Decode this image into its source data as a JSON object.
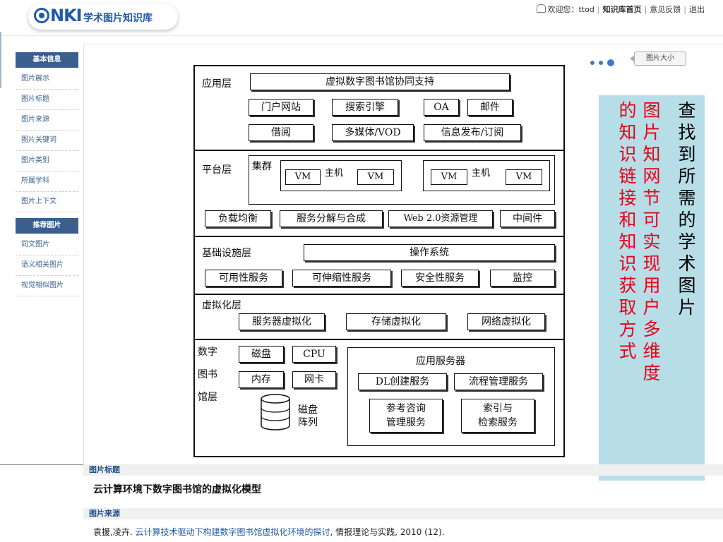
{
  "header": {
    "logo_mark": "NKI",
    "logo_text": "学术图片知识库",
    "welcome": "欢迎您：ttod",
    "home_link": "知识库首页",
    "feedback_link": "意见反馈",
    "logout_link": "退出"
  },
  "sidebar": {
    "section1_title": "基本信息",
    "section1_items": [
      "图片展示",
      "图片标题",
      "图片来源",
      "图片关键词",
      "图片类别",
      "所属学科",
      "图片上下文"
    ],
    "section2_title": "推荐图片",
    "section2_items": [
      "同文图片",
      "语义相关图片",
      "视觉相似图片"
    ]
  },
  "toolbar": {
    "size_button": "图片大小"
  },
  "diagram": {
    "app_layer": {
      "label": "应用层",
      "top_box": "虚拟数字图书馆协同支持",
      "row1": [
        "门户网站",
        "搜索引擎",
        "OA",
        "邮件"
      ],
      "row2": [
        "借阅",
        "多媒体/VOD",
        "信息发布/订阅"
      ]
    },
    "platform_layer": {
      "label": "平台层",
      "cluster_label": "集群",
      "vm": "VM",
      "host": "主机",
      "row": [
        "负载均衡",
        "服务分解与合成",
        "Web 2.0资源管理",
        "中间件"
      ]
    },
    "infra_layer": {
      "label": "基础设施层",
      "os": "操作系统",
      "row": [
        "可用性服务",
        "可伸缩性服务",
        "安全性服务",
        "监控"
      ]
    },
    "virt_layer": {
      "label": "虚拟化层",
      "row": [
        "服务器虚拟化",
        "存储虚拟化",
        "网络虚拟化"
      ]
    },
    "dl_layer": {
      "label_lines": [
        "数字",
        "图书",
        "馆层"
      ],
      "disk": "磁盘",
      "cpu": "CPU",
      "memory": "内存",
      "nic": "网卡",
      "disk_array": [
        "磁盘",
        "阵列"
      ],
      "app_server": "应用服务器",
      "dl_service": "DL创建服务",
      "flow_service": "流程管理服务",
      "ref_service": [
        "参考咨询",
        "管理服务"
      ],
      "index_service": [
        "索引与",
        "检索服务"
      ]
    }
  },
  "overlay": {
    "black_column": "查找到所需的学术图片",
    "red_column_left": "的知识链接和知识获取方式",
    "red_column_right": "图片知网节可实现用户多维度"
  },
  "caption": {
    "title_label": "图片标题",
    "title_value": "云计算环境下数字图书馆的虚拟化模型",
    "source_label": "图片来源",
    "source_authors": "袁援,凌卉. ",
    "source_link": "云计算技术驱动下构建数字图书馆虚拟化环境的探讨",
    "source_rest": ", 情报理论与实践, 2010 (12)."
  },
  "colors": {
    "brand": "#1f5aa8",
    "sidebar_head": "#3a5f8f",
    "overlay_bg": "#b7dde6",
    "overlay_red": "#e8001a"
  }
}
